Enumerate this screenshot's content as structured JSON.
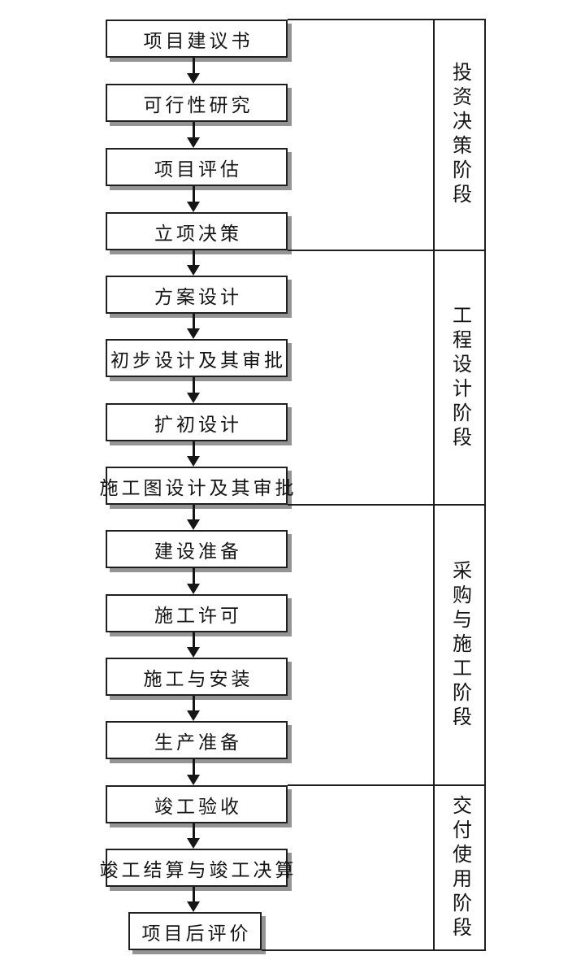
{
  "flow": {
    "steps": [
      {
        "label": "项目建议书"
      },
      {
        "label": "可行性研究"
      },
      {
        "label": "项目评估"
      },
      {
        "label": "立项决策"
      },
      {
        "label": "方案设计"
      },
      {
        "label": "初步设计及其审批"
      },
      {
        "label": "扩初设计"
      },
      {
        "label": "施工图设计及其审批"
      },
      {
        "label": "建设准备"
      },
      {
        "label": "施工许可"
      },
      {
        "label": "施工与安装"
      },
      {
        "label": "生产准备"
      },
      {
        "label": "竣工验收"
      },
      {
        "label": "竣工结算与竣工决算"
      },
      {
        "label": "项目后评价"
      }
    ],
    "stages": [
      {
        "label": "投资决策阶段"
      },
      {
        "label": "工程设计阶段"
      },
      {
        "label": "采购与施工阶段"
      },
      {
        "label": "交付使用阶段"
      }
    ]
  },
  "colors": {
    "line": "#1f1f1f",
    "box_border": "#1f1f1f",
    "box_shadow": "#949494",
    "text": "#141414",
    "background": "#ffffff"
  }
}
